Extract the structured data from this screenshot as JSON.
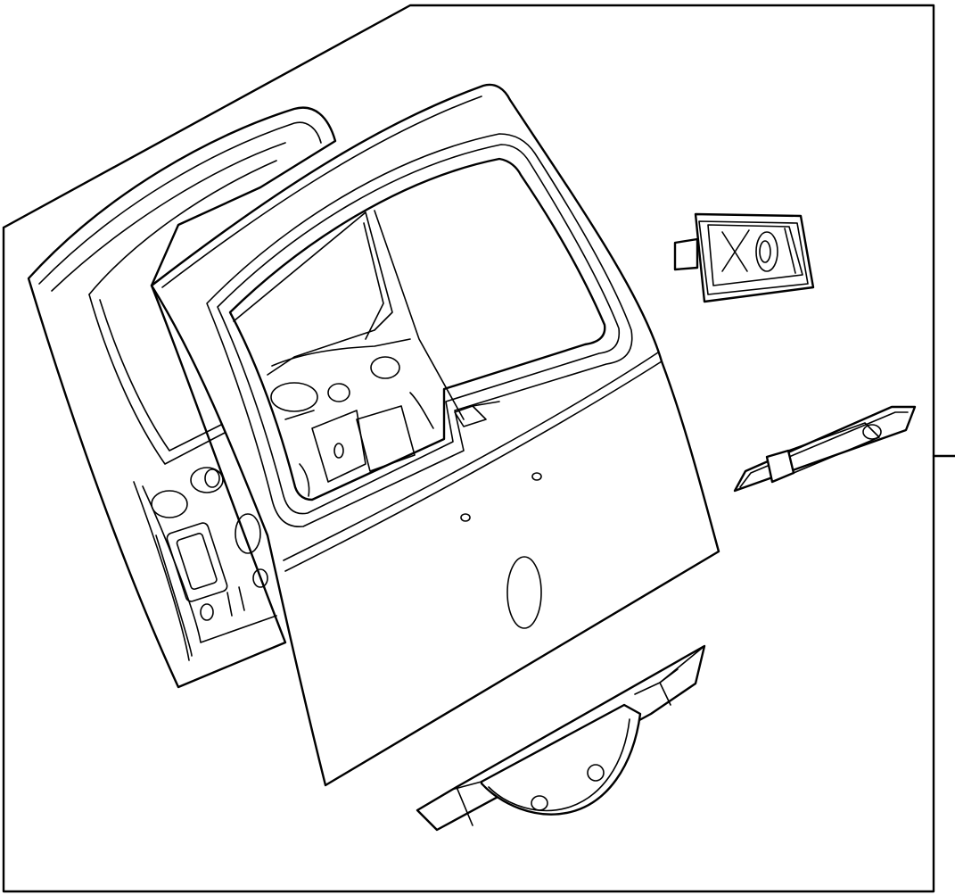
{
  "diagram": {
    "style": "monochrome line art",
    "stroke_color": "#000000",
    "background_color": "#ffffff",
    "parts": [
      {
        "name": "liftgate-inner-panel"
      },
      {
        "name": "liftgate-outer-shell"
      },
      {
        "name": "license-lamp-housing"
      },
      {
        "name": "high-mount-brake-lamp"
      },
      {
        "name": "lower-handle-trim"
      }
    ]
  }
}
